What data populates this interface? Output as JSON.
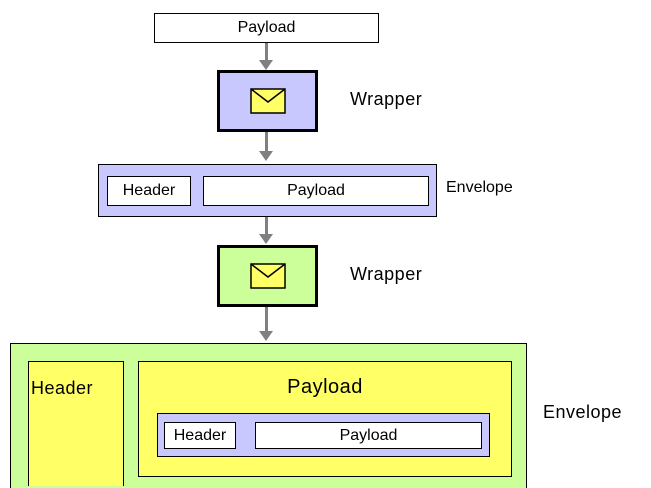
{
  "diagram": {
    "top": {
      "payload_label": "Payload"
    },
    "wrapper1": {
      "label": "Wrapper",
      "icon": "envelope-icon",
      "fill": "#c8c8ff"
    },
    "envelope1": {
      "label": "Envelope",
      "header_label": "Header",
      "payload_label": "Payload",
      "fill": "#c8c8ff"
    },
    "wrapper2": {
      "label": "Wrapper",
      "icon": "envelope-icon",
      "fill": "#ccff99"
    },
    "envelope2": {
      "label": "Envelope",
      "header_label": "Header",
      "payload_label": "Payload",
      "fill": "#ccff99",
      "inner_fill": "#ffff66",
      "nested": {
        "header_label": "Header",
        "payload_label": "Payload",
        "fill": "#c8c8ff"
      }
    }
  },
  "colors": {
    "arrow": "#808080",
    "envelope_icon_fill": "#ffff66",
    "border": "#000000"
  }
}
